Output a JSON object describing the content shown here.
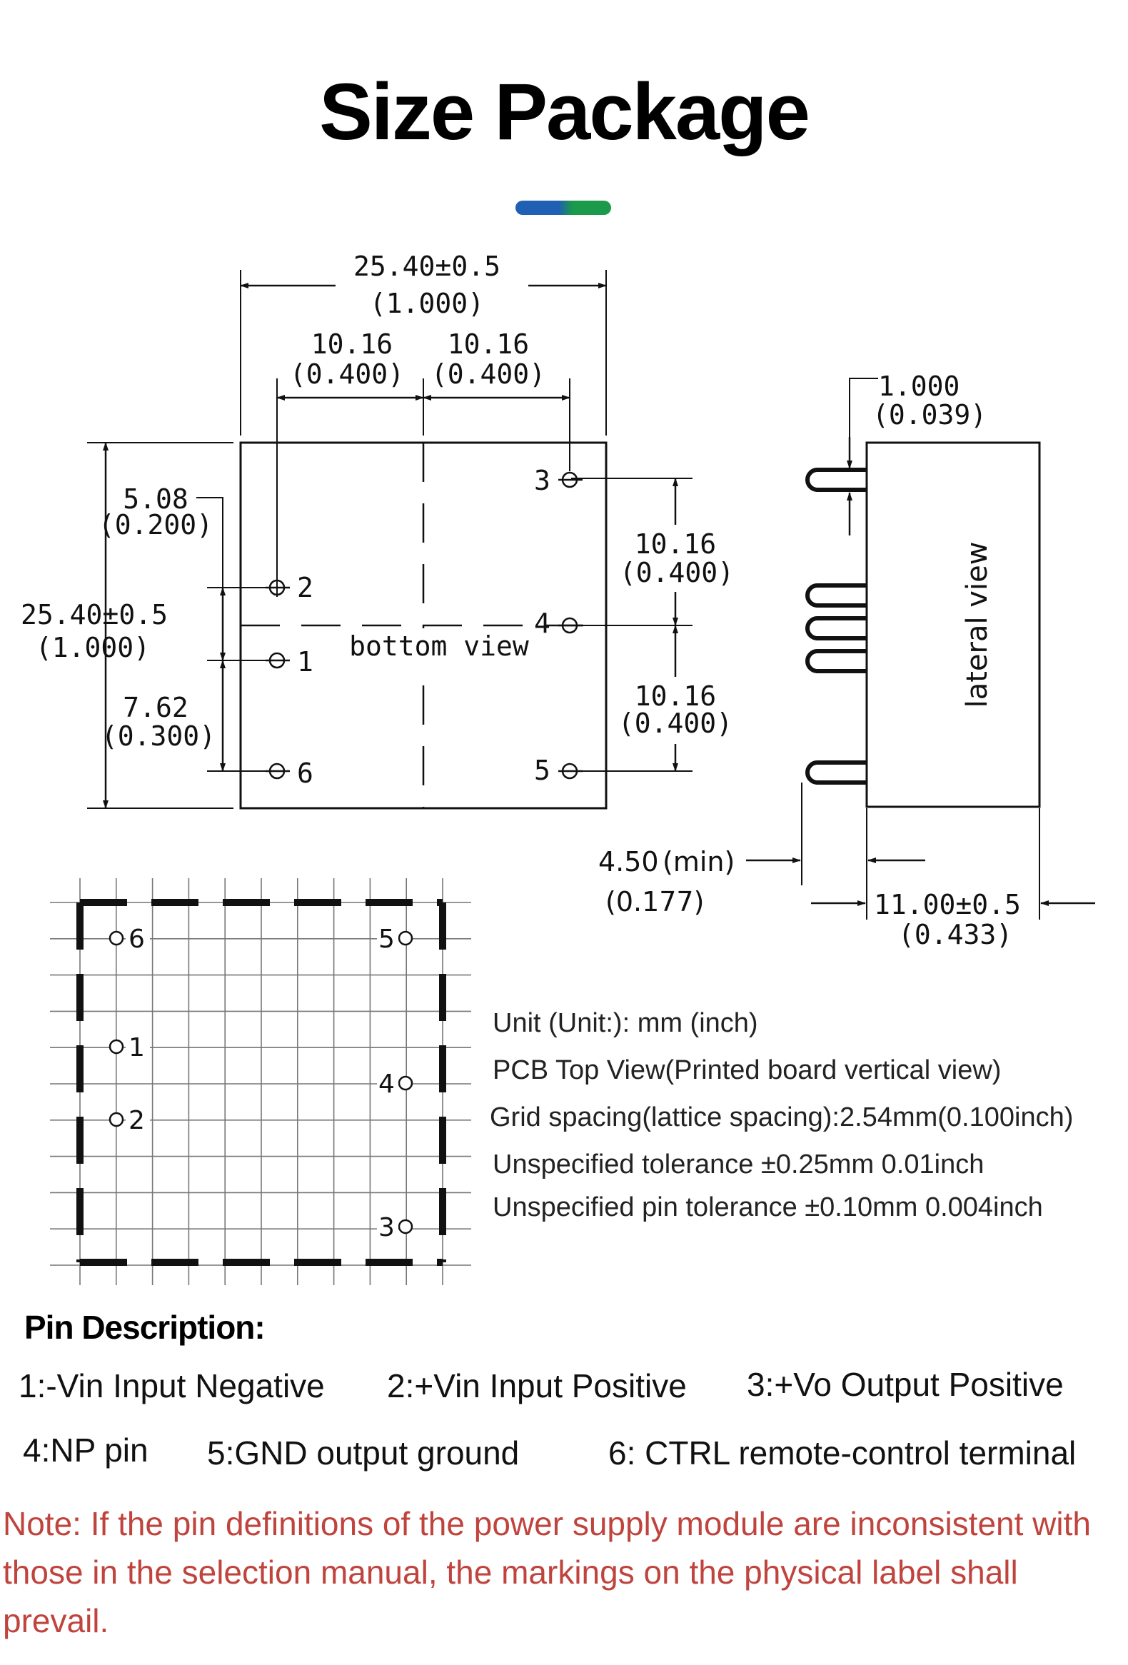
{
  "title": "Size Package",
  "accent_colors": [
    "#1f5fb4",
    "#1a9a4a"
  ],
  "drawing_labels": {
    "width_dim": "25.40±0.5",
    "width_dim_inch": "(1.000)",
    "half_left": "10.16",
    "half_left_inch": "(0.400)",
    "half_right": "10.16",
    "half_right_inch": "(0.400)",
    "height_dim": "25.40±0.5",
    "height_dim_inch": "(1.000)",
    "pin_gap_top": "5.08",
    "pin_gap_top_inch": "(0.200)",
    "pin_gap_bottom": "7.62",
    "pin_gap_bottom_inch": "(0.300)",
    "right_gap_top": "10.16",
    "right_gap_top_inch": "(0.400)",
    "right_gap_bottom": "10.16",
    "right_gap_bottom_inch": "(0.400)",
    "bottom_view": "bottom view",
    "lateral_view": "lateral view",
    "pin_dia": "1.000",
    "pin_dia_inch": "(0.039)",
    "pin_len": "4.50",
    "pin_len_min": "(min)",
    "pin_len_inch": "(0.177)",
    "depth_dim": "11.00±0.5",
    "depth_dim_inch": "(0.433)",
    "pins": {
      "p1": "1",
      "p2": "2",
      "p3": "3",
      "p4": "4",
      "p5": "5",
      "p6": "6"
    }
  },
  "notes": [
    "Unit (Unit:): mm (inch)",
    "PCB Top View(Printed board vertical view)",
    "Grid spacing(lattice spacing):2.54mm(0.100inch)",
    "Unspecified tolerance ±0.25mm 0.01inch",
    "Unspecified pin tolerance ±0.10mm 0.004inch"
  ],
  "pin_description": {
    "heading": "Pin Description:",
    "pins": [
      "1:-Vin Input Negative",
      "2:+Vin Input Positive",
      "3:+Vo Output Positive",
      "4:NP pin",
      "5:GND output ground",
      "6: CTRL remote-control terminal"
    ]
  },
  "note": "Note: If the pin definitions of the power supply module are inconsistent with those in the selection manual, the markings on the physical label shall prevail."
}
